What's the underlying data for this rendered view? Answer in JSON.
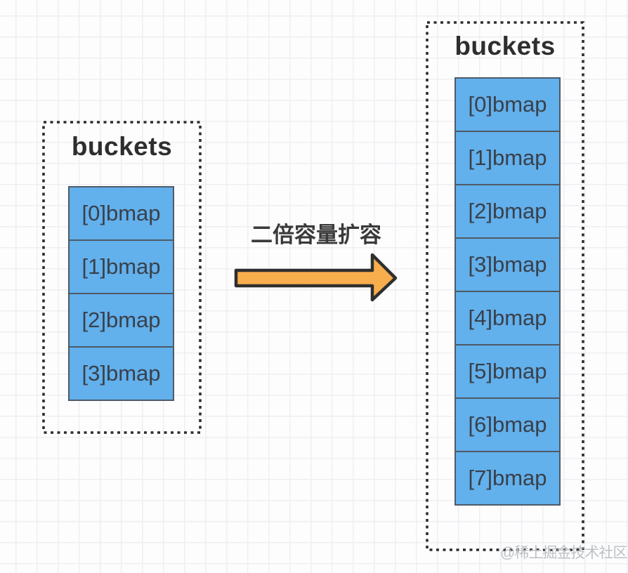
{
  "colors": {
    "cell_fill": "#62B0EC",
    "cell_border": "#4E5A66",
    "box_border": "#2D2D2D",
    "arrow_fill": "#F8AE4D",
    "arrow_outline": "#2F2F2F",
    "text_dark": "#2E2E2E",
    "watermark_gray": "#BDC0C5"
  },
  "left_box": {
    "title": "buckets",
    "cells": [
      "[0]bmap",
      "[1]bmap",
      "[2]bmap",
      "[3]bmap"
    ]
  },
  "right_box": {
    "title": "buckets",
    "cells": [
      "[0]bmap",
      "[1]bmap",
      "[2]bmap",
      "[3]bmap",
      "[4]bmap",
      "[5]bmap",
      "[6]bmap",
      "[7]bmap"
    ]
  },
  "arrow": {
    "label": "二倍容量扩容"
  },
  "watermark": {
    "text": "@稀土掘金技术社区"
  }
}
